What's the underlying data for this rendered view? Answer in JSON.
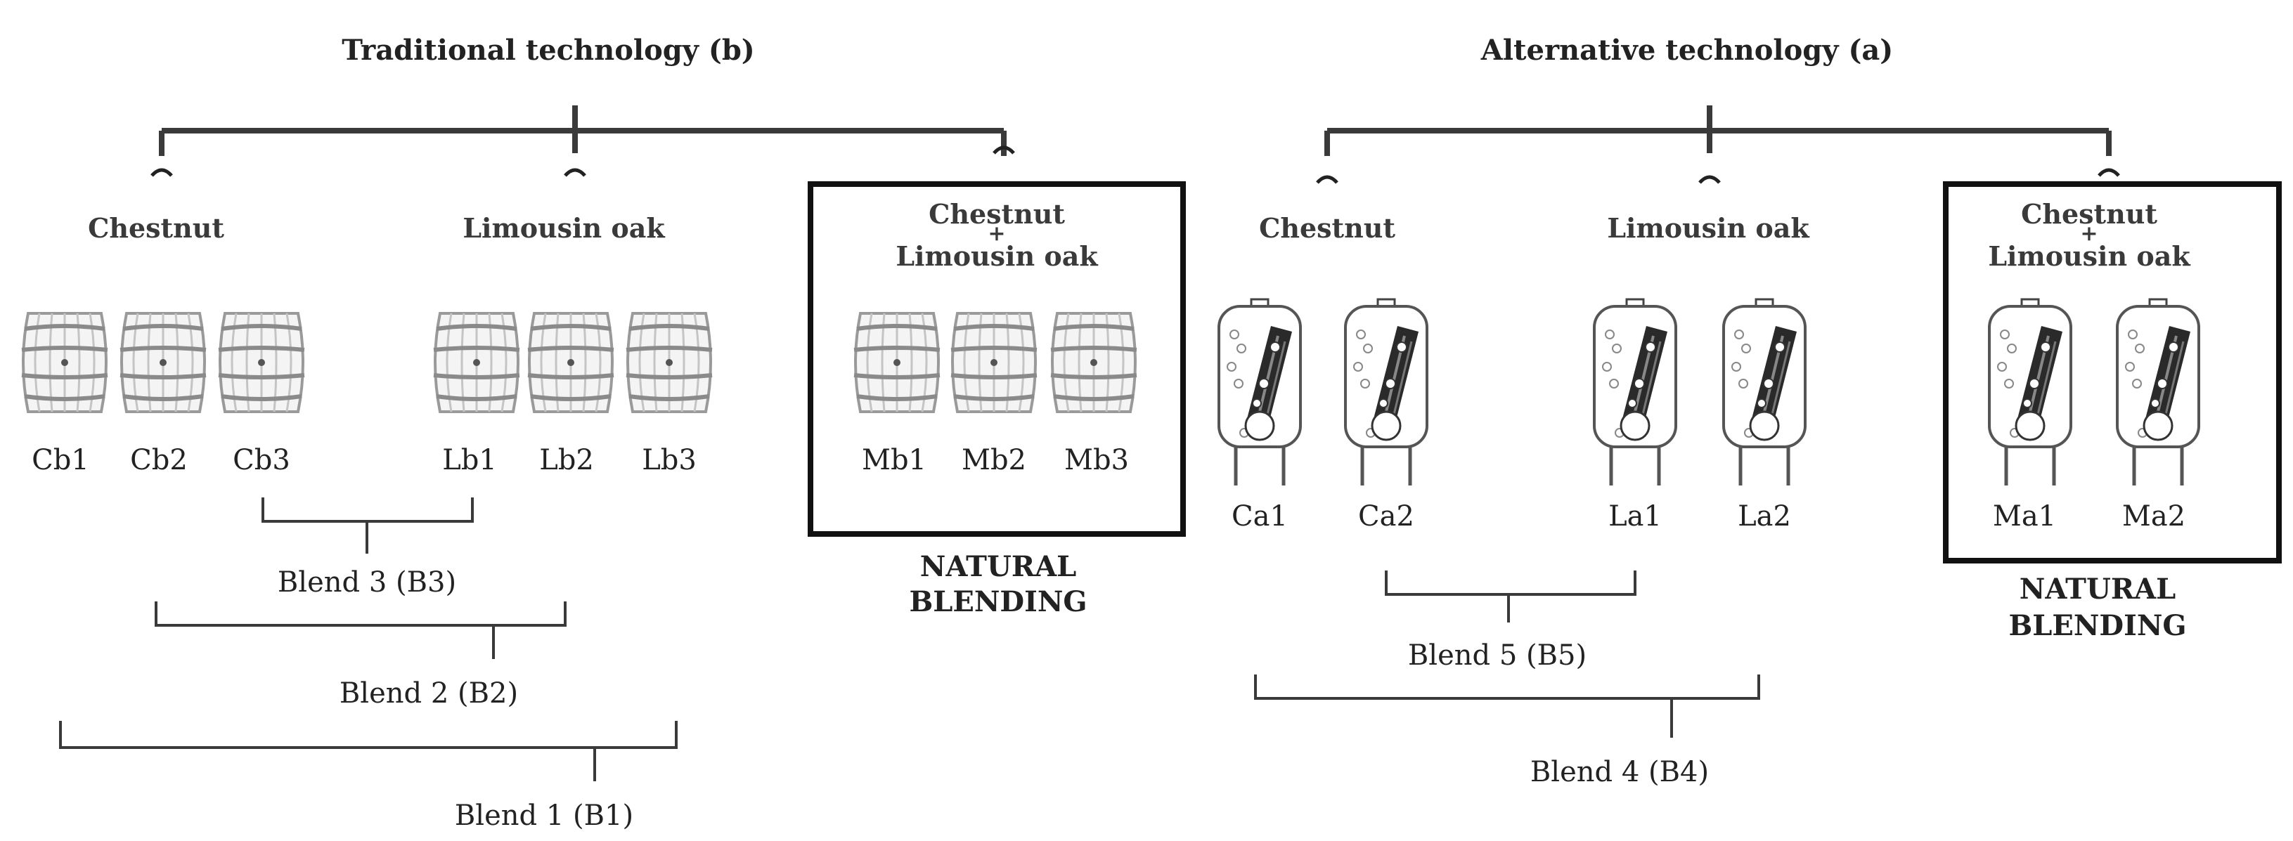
{
  "traditional": {
    "title": "Traditional technology (b)",
    "groups": {
      "chestnut": "Chestnut",
      "oak": "Limousin oak",
      "mixed_top": "Chestnut",
      "mixed_plus": "+",
      "mixed_bottom": "Limousin oak"
    },
    "barrels": [
      "Cb1",
      "Cb2",
      "Cb3",
      "Lb1",
      "Lb2",
      "Lb3",
      "Mb1",
      "Mb2",
      "Mb3"
    ],
    "natural_1": "NATURAL",
    "natural_2": "BLENDING",
    "blends": [
      "Blend 3 (B3)",
      "Blend 2 (B2)",
      "Blend 1 (B1)"
    ]
  },
  "alternative": {
    "title": "Alternative technology (a)",
    "groups": {
      "chestnut": "Chestnut",
      "oak": "Limousin oak",
      "mixed_top": "Chestnut",
      "mixed_plus": "+",
      "mixed_bottom": "Limousin oak"
    },
    "tanks": [
      "Ca1",
      "Ca2",
      "La1",
      "La2",
      "Ma1",
      "Ma2"
    ],
    "natural_1": "NATURAL",
    "natural_2": "BLENDING",
    "blends": [
      "Blend 5 (B5)",
      "Blend 4 (B4)"
    ]
  },
  "colors": {
    "line": "#3a3a3a",
    "text": "#222222",
    "barrel_stroke": "#9a9a9a",
    "tank_dark": "#2a2a2a"
  }
}
